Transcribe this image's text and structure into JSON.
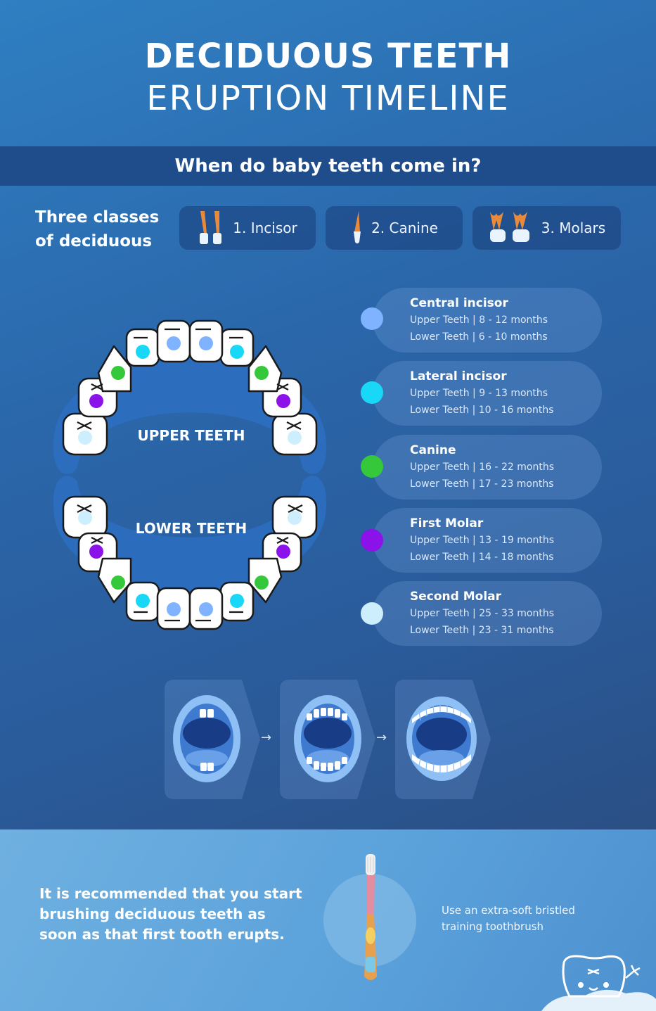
{
  "title": {
    "line1": "DECIDUOUS TEETH",
    "line2": "ERUPTION TIMELINE"
  },
  "subtitle": "When do baby teeth come in?",
  "classes": {
    "label": "Three classes of deciduous",
    "items": [
      {
        "label": "1. Incisor",
        "icon": "incisor-tooth-icon"
      },
      {
        "label": "2. Canine",
        "icon": "canine-tooth-icon"
      },
      {
        "label": "3. Molars",
        "icon": "molar-tooth-icon"
      }
    ]
  },
  "diagram": {
    "upper_label": "UPPER TEETH",
    "lower_label": "LOWER TEETH"
  },
  "timeline": [
    {
      "name": "Central incisor",
      "upper": "Upper Teeth | 8 - 12 months",
      "lower": "Lower Teeth | 6 - 10 months",
      "color": "#7fb2ff"
    },
    {
      "name": "Lateral incisor",
      "upper": "Upper Teeth | 9 - 13 months",
      "lower": "Lower Teeth | 10 - 16 months",
      "color": "#19d8f7"
    },
    {
      "name": "Canine",
      "upper": "Upper Teeth | 16 - 22 months",
      "lower": "Lower Teeth | 17 - 23 months",
      "color": "#35c83a"
    },
    {
      "name": "First Molar",
      "upper": "Upper Teeth | 13 - 19 months",
      "lower": "Lower Teeth | 14 - 18 months",
      "color": "#8b12e8"
    },
    {
      "name": "Second Molar",
      "upper": "Upper Teeth | 25 - 33 months",
      "lower": "Lower Teeth | 23 - 31 months",
      "color": "#cdeefc"
    }
  ],
  "progression_arrows": [
    "→",
    "→"
  ],
  "recommendation": "It is recommended that you start brushing deciduous teeth as soon as that first tooth erupts.",
  "toothbrush_note": "Use an extra-soft bristled training toothbrush",
  "colors": {
    "band": "#1f4c8a",
    "bottom": "#5ba2db",
    "tooth": "#ffffff",
    "outline": "#1a1a1a"
  }
}
